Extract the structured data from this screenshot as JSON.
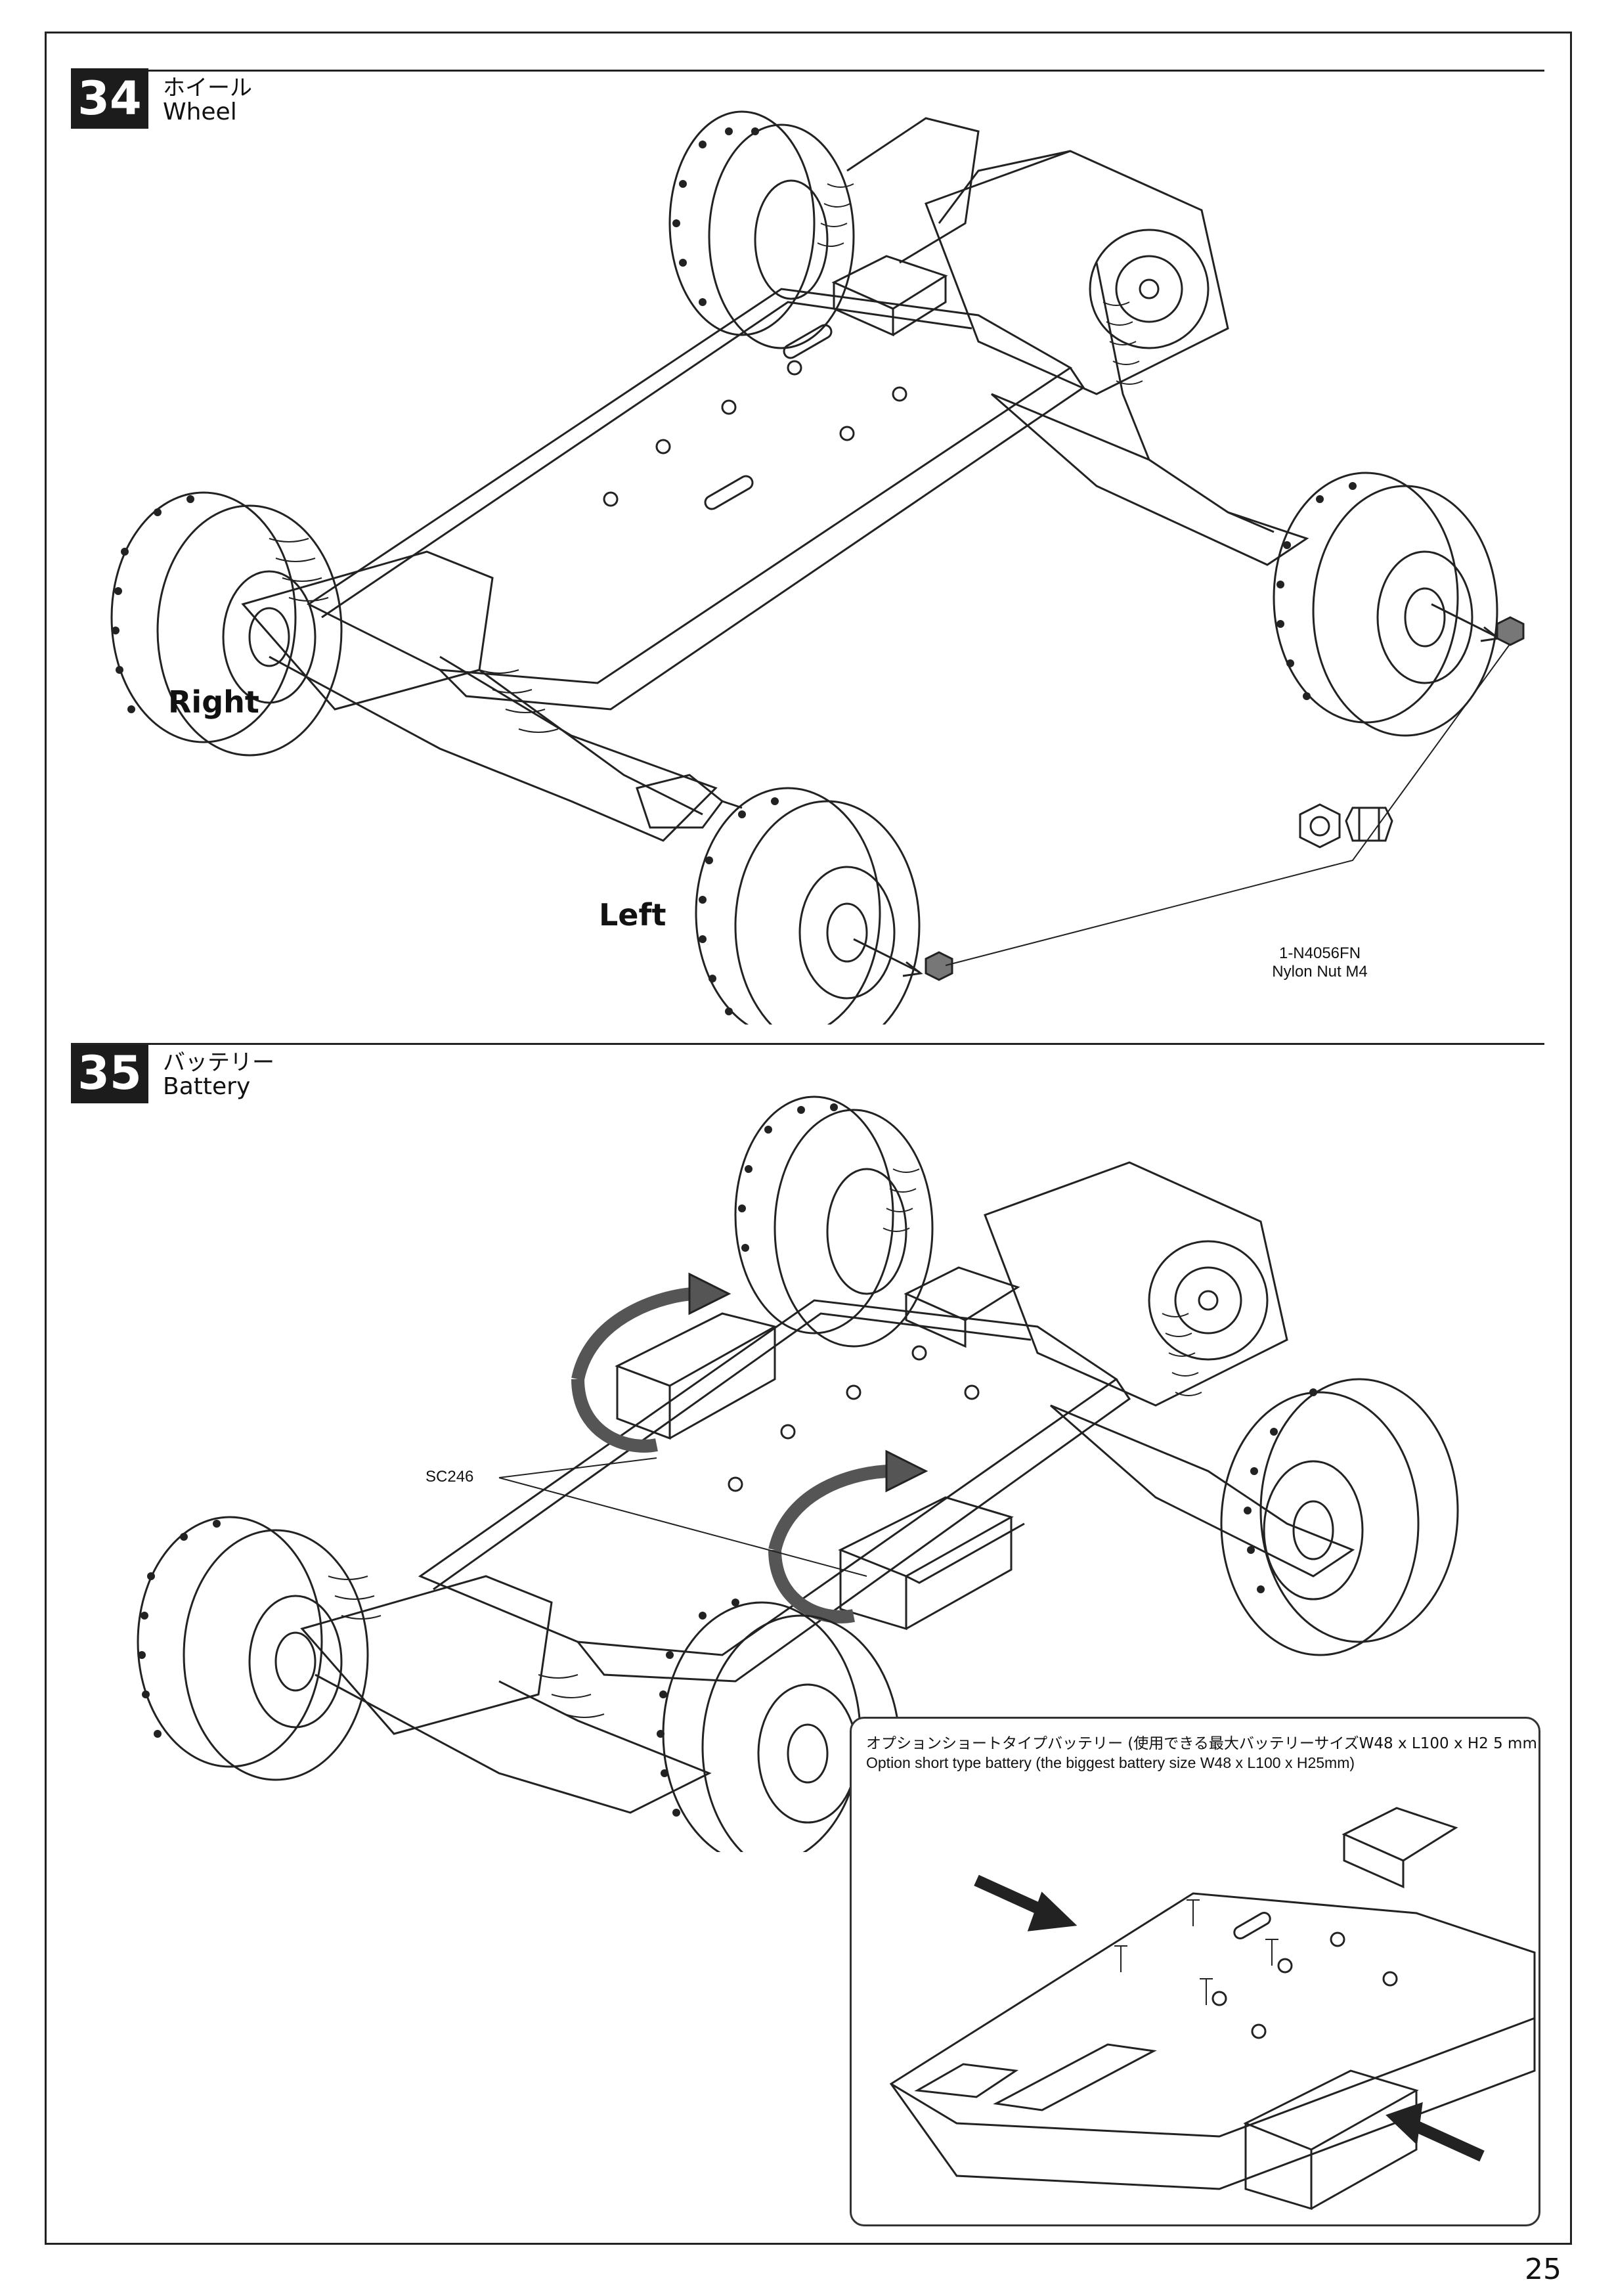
{
  "steps": [
    {
      "number": "34",
      "title_jp": "ホイール",
      "title_en": "Wheel"
    },
    {
      "number": "35",
      "title_jp": "バッテリー",
      "title_en": "Battery"
    }
  ],
  "step34": {
    "label_right": "Right",
    "label_left": "Left",
    "part_code": "1-N4056FN",
    "part_name": "Nylon Nut M4"
  },
  "step35": {
    "part_label": "SC246",
    "inset": {
      "caption_jp": "オプションショートタイプバッテリー (使用できる最大バッテリーサイズW48 x L100 x H2 5 mm)",
      "caption_en": "Option short type battery (the biggest battery size W48 x L100 x H25mm)"
    }
  },
  "page_number": "25"
}
